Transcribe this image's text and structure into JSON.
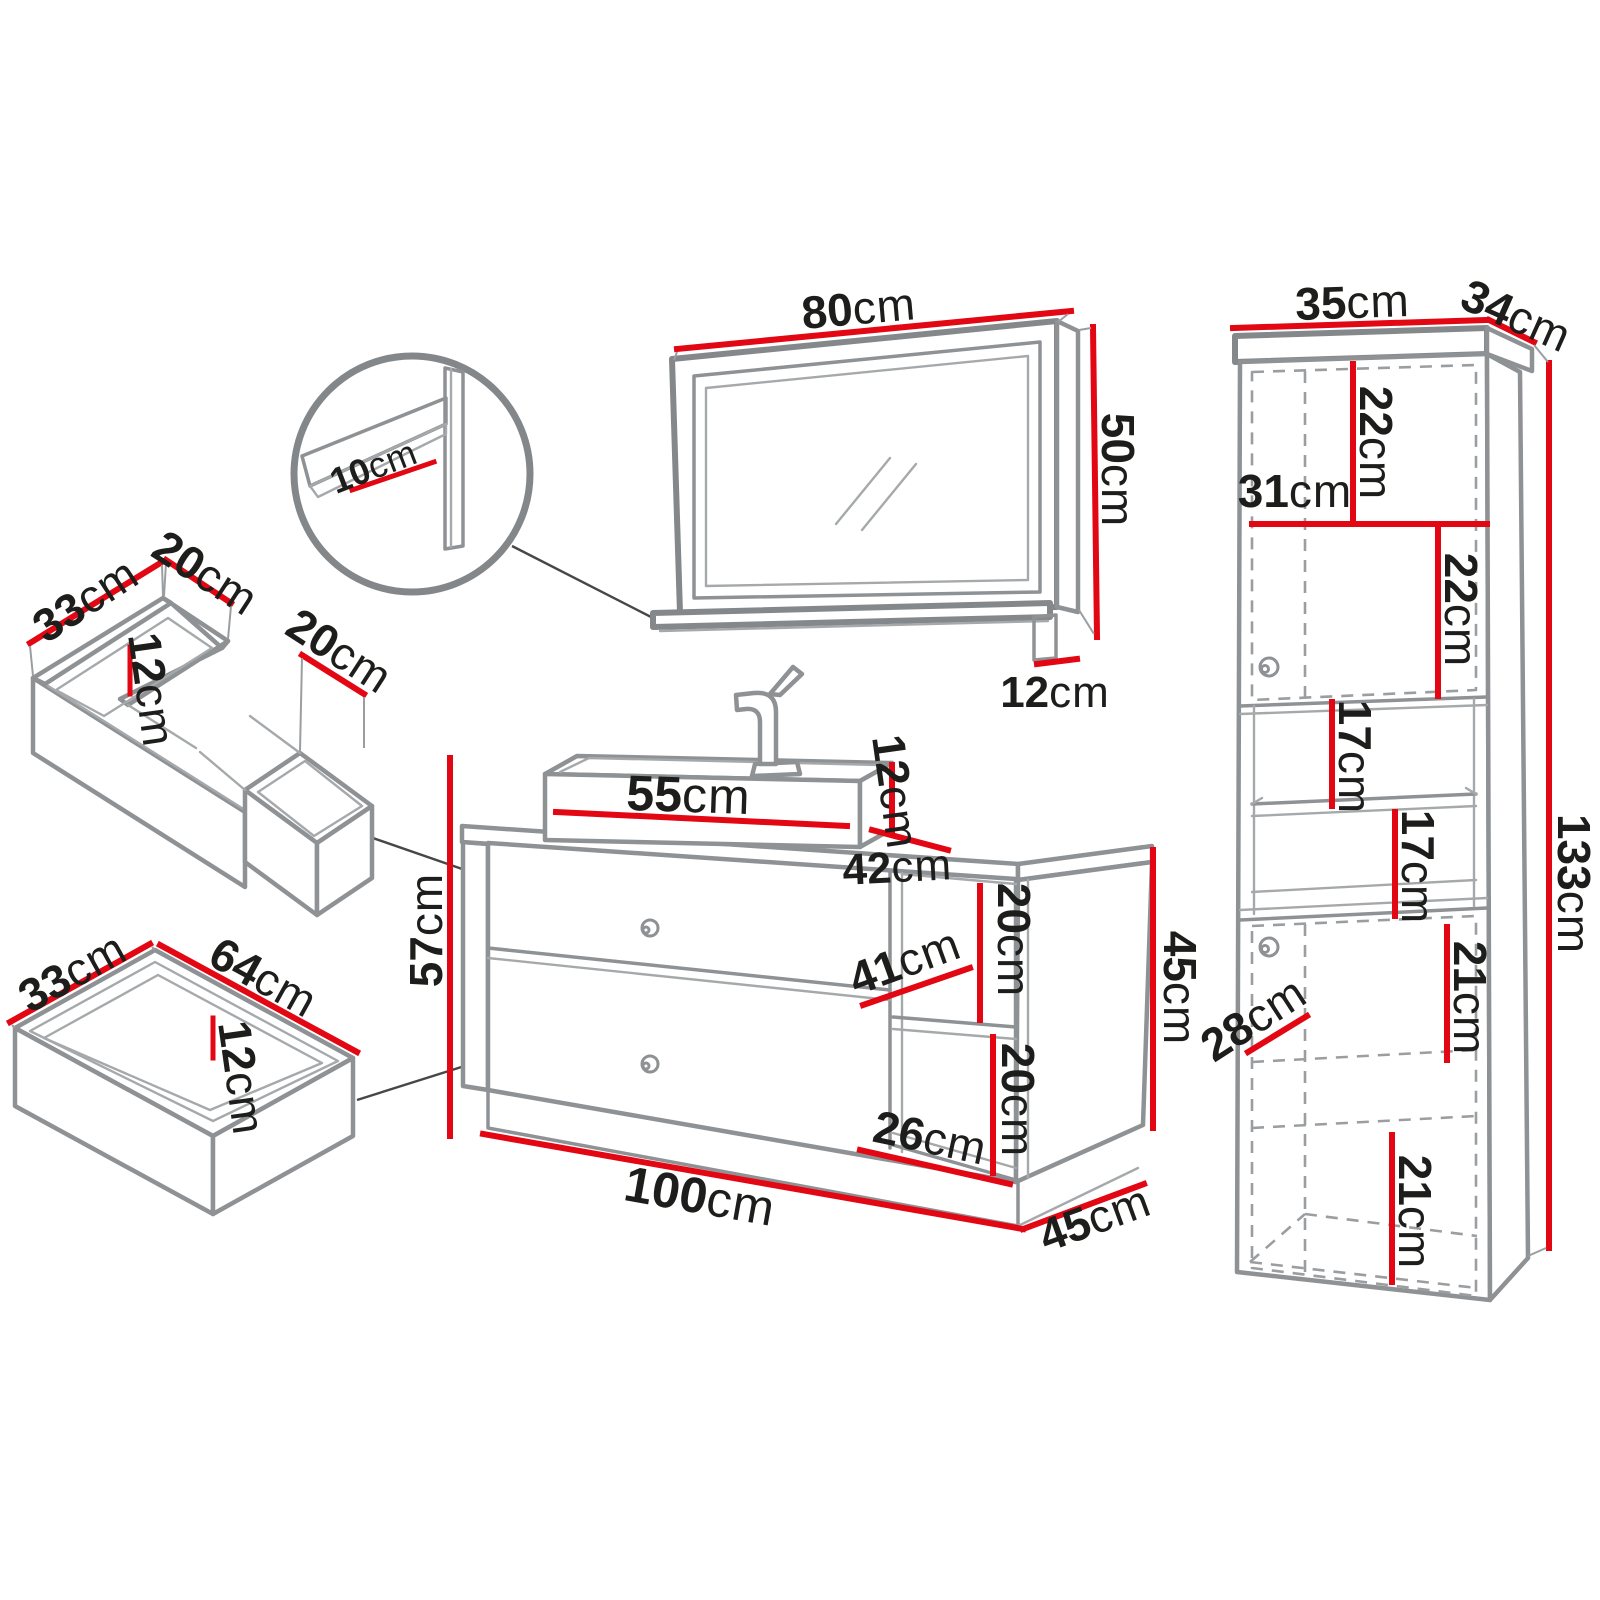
{
  "diagram": {
    "type": "furniture-dimension-diagram",
    "subject": "bathroom furniture set",
    "unit": "cm",
    "colors": {
      "measure_line": "#e30613",
      "outline": "#8f9295",
      "text": "#1d1d1b",
      "background": "#ffffff"
    }
  },
  "labels": {
    "mirror_width": {
      "v": "80",
      "u": "cm"
    },
    "mirror_height": {
      "v": "50",
      "u": "cm"
    },
    "mirror_shelf_depth": {
      "v": "12",
      "u": "cm"
    },
    "shelf_detail_depth": {
      "v": "10",
      "u": "cm"
    },
    "cutout_drawer_depth": {
      "v": "33",
      "u": "cm"
    },
    "cutout_drawer_left_width": {
      "v": "20",
      "u": "cm"
    },
    "cutout_drawer_height": {
      "v": "12",
      "u": "cm"
    },
    "cutout_drawer_right_width": {
      "v": "20",
      "u": "cm"
    },
    "drawer_depth": {
      "v": "33",
      "u": "cm"
    },
    "drawer_width": {
      "v": "64",
      "u": "cm"
    },
    "drawer_height": {
      "v": "12",
      "u": "cm"
    },
    "basin_width": {
      "v": "55",
      "u": "cm"
    },
    "basin_height": {
      "v": "12",
      "u": "cm"
    },
    "basin_depth": {
      "v": "42",
      "u": "cm"
    },
    "vanity_height": {
      "v": "57",
      "u": "cm"
    },
    "vanity_shelf_depth": {
      "v": "41",
      "u": "cm"
    },
    "vanity_niche_top_height": {
      "v": "20",
      "u": "cm"
    },
    "vanity_niche_bottom_height": {
      "v": "20",
      "u": "cm"
    },
    "vanity_niche_width": {
      "v": "26",
      "u": "cm"
    },
    "vanity_width": {
      "v": "100",
      "u": "cm"
    },
    "vanity_niche_side_height": {
      "v": "45",
      "u": "cm"
    },
    "vanity_depth": {
      "v": "45",
      "u": "cm"
    },
    "column_width": {
      "v": "35",
      "u": "cm"
    },
    "column_depth": {
      "v": "34",
      "u": "cm"
    },
    "column_height": {
      "v": "133",
      "u": "cm"
    },
    "column_top_door_upper": {
      "v": "22",
      "u": "cm"
    },
    "column_top_inner_width": {
      "v": "31",
      "u": "cm"
    },
    "column_top_door_lower": {
      "v": "22",
      "u": "cm"
    },
    "column_shelf_upper": {
      "v": "17",
      "u": "cm"
    },
    "column_shelf_lower": {
      "v": "17",
      "u": "cm"
    },
    "column_bottom_door_upper": {
      "v": "21",
      "u": "cm"
    },
    "column_bottom_depth": {
      "v": "28",
      "u": "cm"
    },
    "column_bottom_door_lower": {
      "v": "21",
      "u": "cm"
    }
  }
}
